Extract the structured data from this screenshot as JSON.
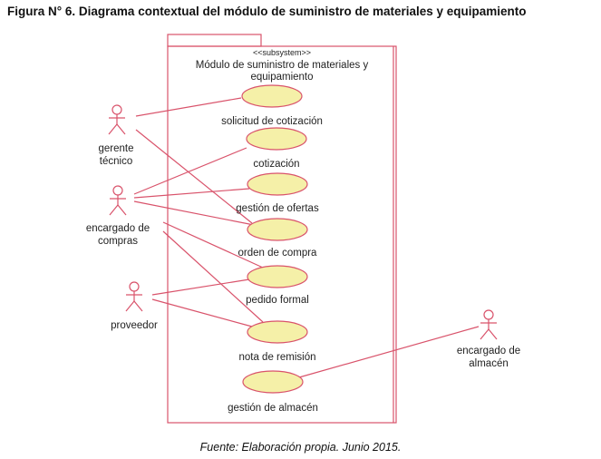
{
  "title": "Figura N° 6. Diagrama contextual del módulo de suministro de materiales y equipamiento",
  "subsystem": {
    "stereotype": "<<subsystem>>",
    "name_line1": "Módulo de suministro de materiales y",
    "name_line2": "equipamiento"
  },
  "use_cases": [
    "solicitud de cotización",
    "cotización",
    "gestión de ofertas",
    "orden de compra",
    "pedido formal",
    "nota de remisión",
    "gestión de almacén"
  ],
  "actors": {
    "gerente": {
      "l1": "gerente",
      "l2": "técnico"
    },
    "compras": {
      "l1": "encargado de",
      "l2": "compras"
    },
    "proveedor": {
      "l1": "proveedor"
    },
    "almacen": {
      "l1": "encargado de",
      "l2": "almacén"
    }
  },
  "footer": "Fuente: Elaboración propia. Junio 2015.",
  "colors": {
    "line": "#d9536b",
    "fill": "#f5f0a8"
  }
}
